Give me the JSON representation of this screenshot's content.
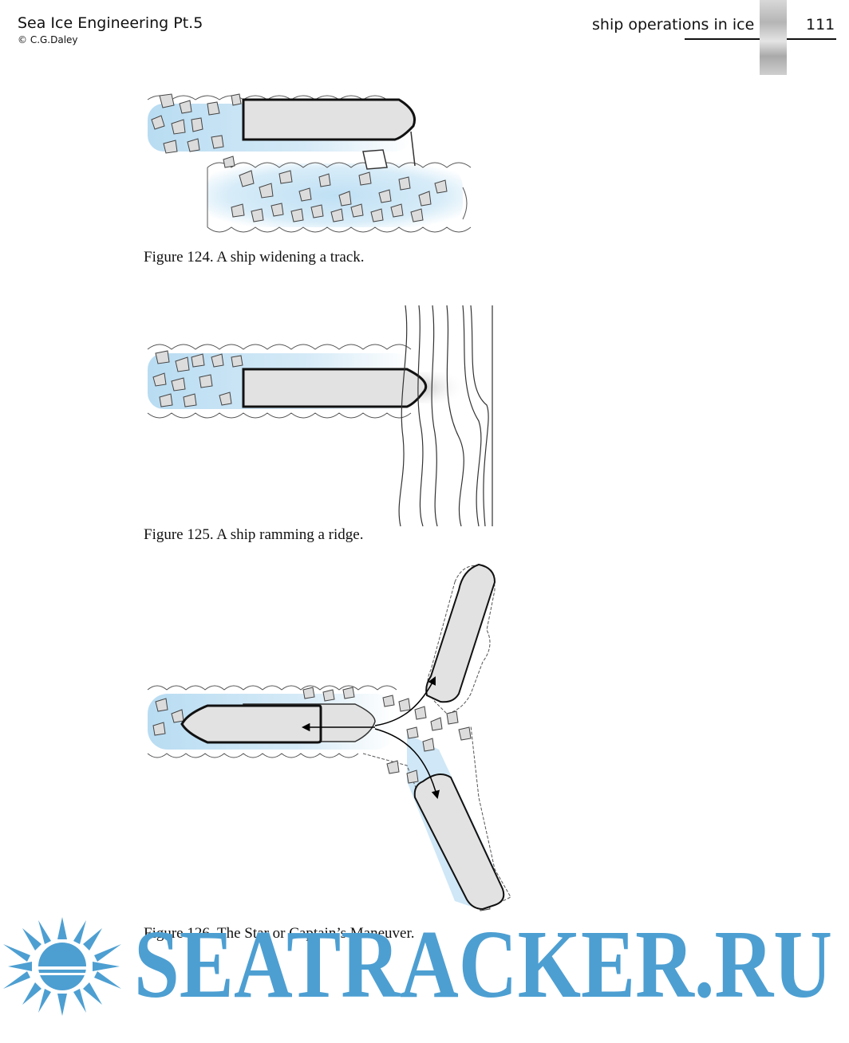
{
  "header": {
    "book_title": "Sea Ice Engineering Pt.5",
    "copyright": "© C.G.Daley",
    "section": "ship operations in ice",
    "page_number": "111"
  },
  "figures": [
    {
      "caption": "Figure 124. A ship widening a track."
    },
    {
      "caption": "Figure 125. A ship ramming a ridge."
    },
    {
      "caption": "Figure 126. The Star or Captain’s Maneuver."
    }
  ],
  "watermark": {
    "text": "SEATRACKER.RU",
    "color": "#4d9fd2"
  }
}
